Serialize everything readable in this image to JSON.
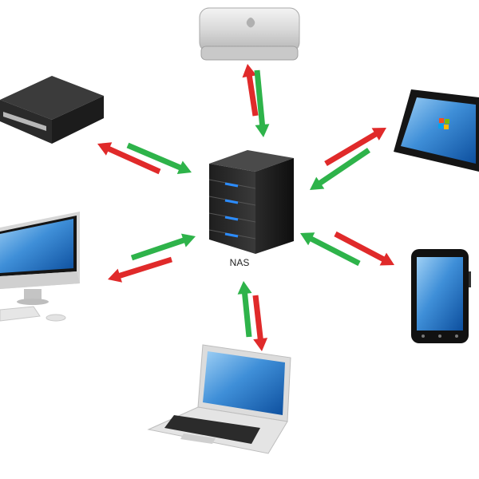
{
  "nas": {
    "label": "NAS"
  },
  "devices": [
    {
      "id": "mac-mini",
      "icon": "mac-mini-icon"
    },
    {
      "id": "desktop-box",
      "icon": "desktop-box-icon"
    },
    {
      "id": "tablet",
      "icon": "tablet-icon"
    },
    {
      "id": "imac",
      "icon": "imac-icon"
    },
    {
      "id": "smartphone",
      "icon": "smartphone-icon"
    },
    {
      "id": "laptop",
      "icon": "laptop-icon"
    }
  ],
  "arrow_colors": {
    "green": "#2eb34a",
    "red": "#e02a2a"
  }
}
